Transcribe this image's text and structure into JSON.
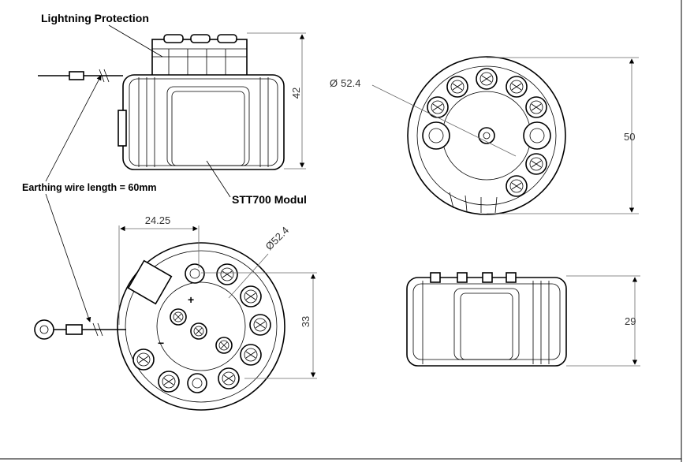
{
  "labels": {
    "lightning_protection": "Lightning Protection",
    "earthing_wire": "Earthing wire length = 60mm",
    "module": "STT700 Modul"
  },
  "dimensions": {
    "side_height": "42",
    "width_offset": "24.25",
    "diameter_bottom": "52.4",
    "inner_height": "33",
    "diameter_top": "52.4",
    "top_height": "50",
    "side2_height": "29"
  },
  "symbols": {
    "diameter": "Ø",
    "plus": "+",
    "minus": "−"
  }
}
